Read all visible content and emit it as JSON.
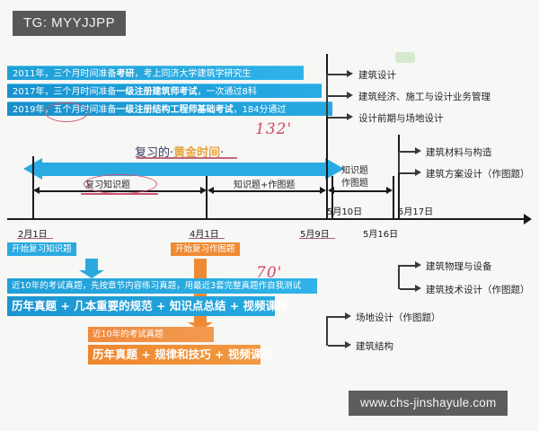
{
  "overlay": {
    "tg_tag": "TG: MYYJJPP",
    "site_tag": "www.chs-jinshayule.com"
  },
  "banners": [
    {
      "year": "2011年，",
      "prefix": "三个月时间准备",
      "emph": "考研",
      "suffix": "，考上同济大学建筑学研究生"
    },
    {
      "year": "2017年，",
      "prefix": "三个月时间准备",
      "emph": "一级注册建筑师考试",
      "suffix": "，一次通过8科"
    },
    {
      "year": "2019年，",
      "prefix": "五个月时间准备",
      "emph": "一级注册结构工程师基础考试",
      "suffix": "，184分通过"
    }
  ],
  "golden": {
    "text_prefix": "复习的·",
    "text_emph": "黄金时间",
    "text_suffix": "·"
  },
  "annotations": {
    "score_132": "132'",
    "score_70": "70'"
  },
  "timeline": {
    "dates": [
      {
        "label": "2月1日"
      },
      {
        "label": "4月1日"
      },
      {
        "label": "5月9日"
      },
      {
        "label": "5月10日"
      },
      {
        "label": "5月16日"
      },
      {
        "label": "5月17日"
      }
    ],
    "ranges": [
      {
        "label": "复习知识题"
      },
      {
        "label": "知识题+作图题"
      },
      {
        "label_line1": "知识题",
        "label_line2": "作图题"
      }
    ],
    "start_tags": [
      {
        "label": "开始复习知识题",
        "color": "#2aa9e0"
      },
      {
        "label": "开始复习作图题",
        "color": "#ef8a34"
      }
    ]
  },
  "content_boxes": {
    "blue_small": "近10年的考试真题，先按章节内容练习真题，用最近3套完整真题作自我测试",
    "blue_large": "历年真题 + 几本重要的规范 + 知识点总结 + 视频课程",
    "orange_small": "近10年的考试真题",
    "orange_large": "历年真题 + 规律和技巧 + 视频课程"
  },
  "branches": {
    "group_may9": [
      "建筑设计",
      "建筑经济、施工与设计业务管理",
      "设计前期与场地设计"
    ],
    "group_may10": [
      "建筑材料与构造",
      "建筑方案设计（作图题）"
    ],
    "group_may16": [
      "建筑物理与设备",
      "建筑技术设计（作图题）"
    ],
    "group_may17": [
      "场地设计（作图题）",
      "建筑结构"
    ]
  },
  "colors": {
    "cyan": "#29abe2",
    "orange": "#ef8a34",
    "red_ink": "#cf5273",
    "axis": "#1a1a1a"
  }
}
